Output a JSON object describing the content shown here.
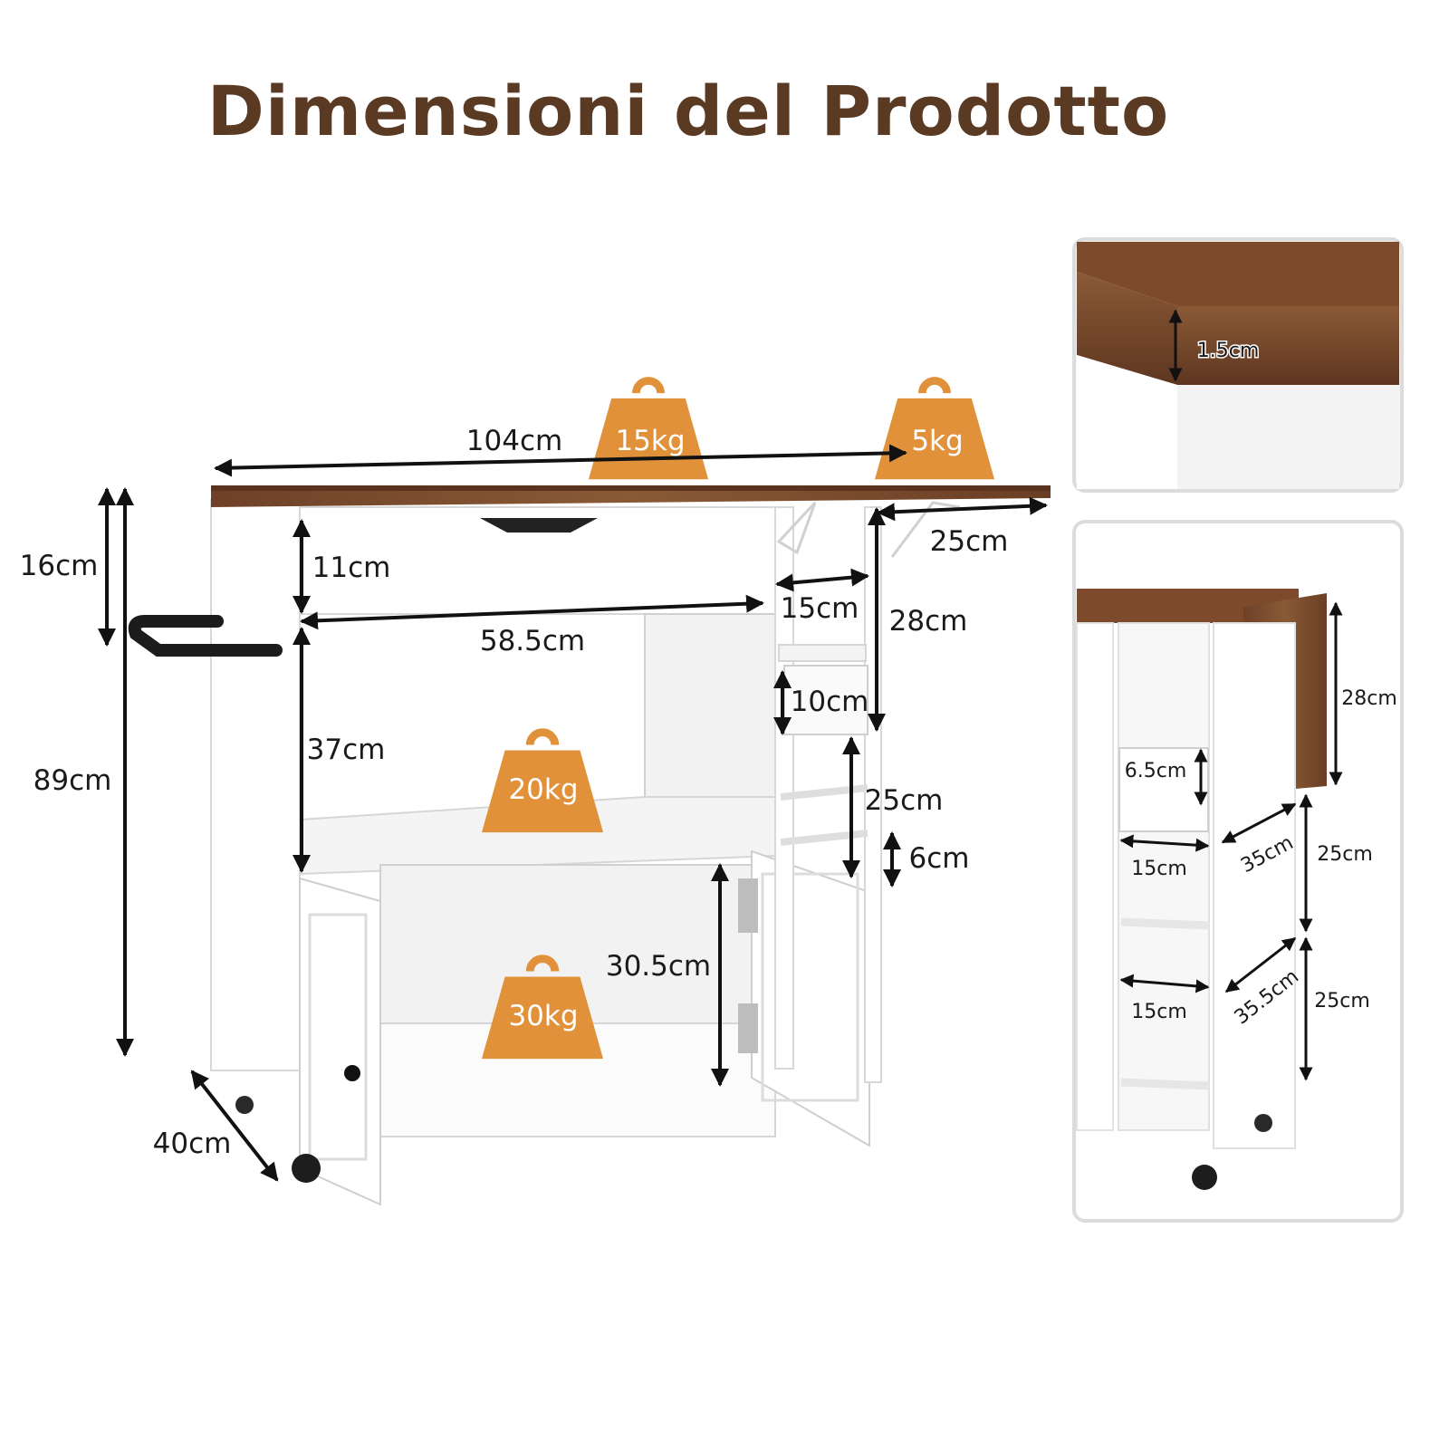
{
  "title": "Dimensioni del Prodotto",
  "colors": {
    "title": "#5b3a24",
    "weight_badge": "#e0913a",
    "wood": "#7a4a2c",
    "frame": "#ffffff"
  },
  "main_view": {
    "weights": {
      "top": "15kg",
      "leaf": "5kg",
      "shelf": "20kg",
      "cabinet": "30kg"
    },
    "dimensions": {
      "width": "104cm",
      "drawer_area": "16cm",
      "drawer_height": "11cm",
      "height": "89cm",
      "leaf_width": "25cm",
      "rack_width": "15cm",
      "leaf_drop": "28cm",
      "inner_width": "58.5cm",
      "basket_height": "10cm",
      "open_height": "37cm",
      "rack_lower": "25cm",
      "rack_gap": "6cm",
      "cabinet_height": "30.5cm",
      "depth": "40cm"
    }
  },
  "detail_top": {
    "thickness": "1.5cm"
  },
  "detail_side": {
    "leaf_drop": "28cm",
    "basket_height": "6.5cm",
    "basket_width": "15cm",
    "rack_depth_upper": "35cm",
    "rack_height_upper": "25cm",
    "rack_width_lower": "15cm",
    "rack_depth_lower": "35.5cm",
    "rack_height_lower": "25cm"
  }
}
